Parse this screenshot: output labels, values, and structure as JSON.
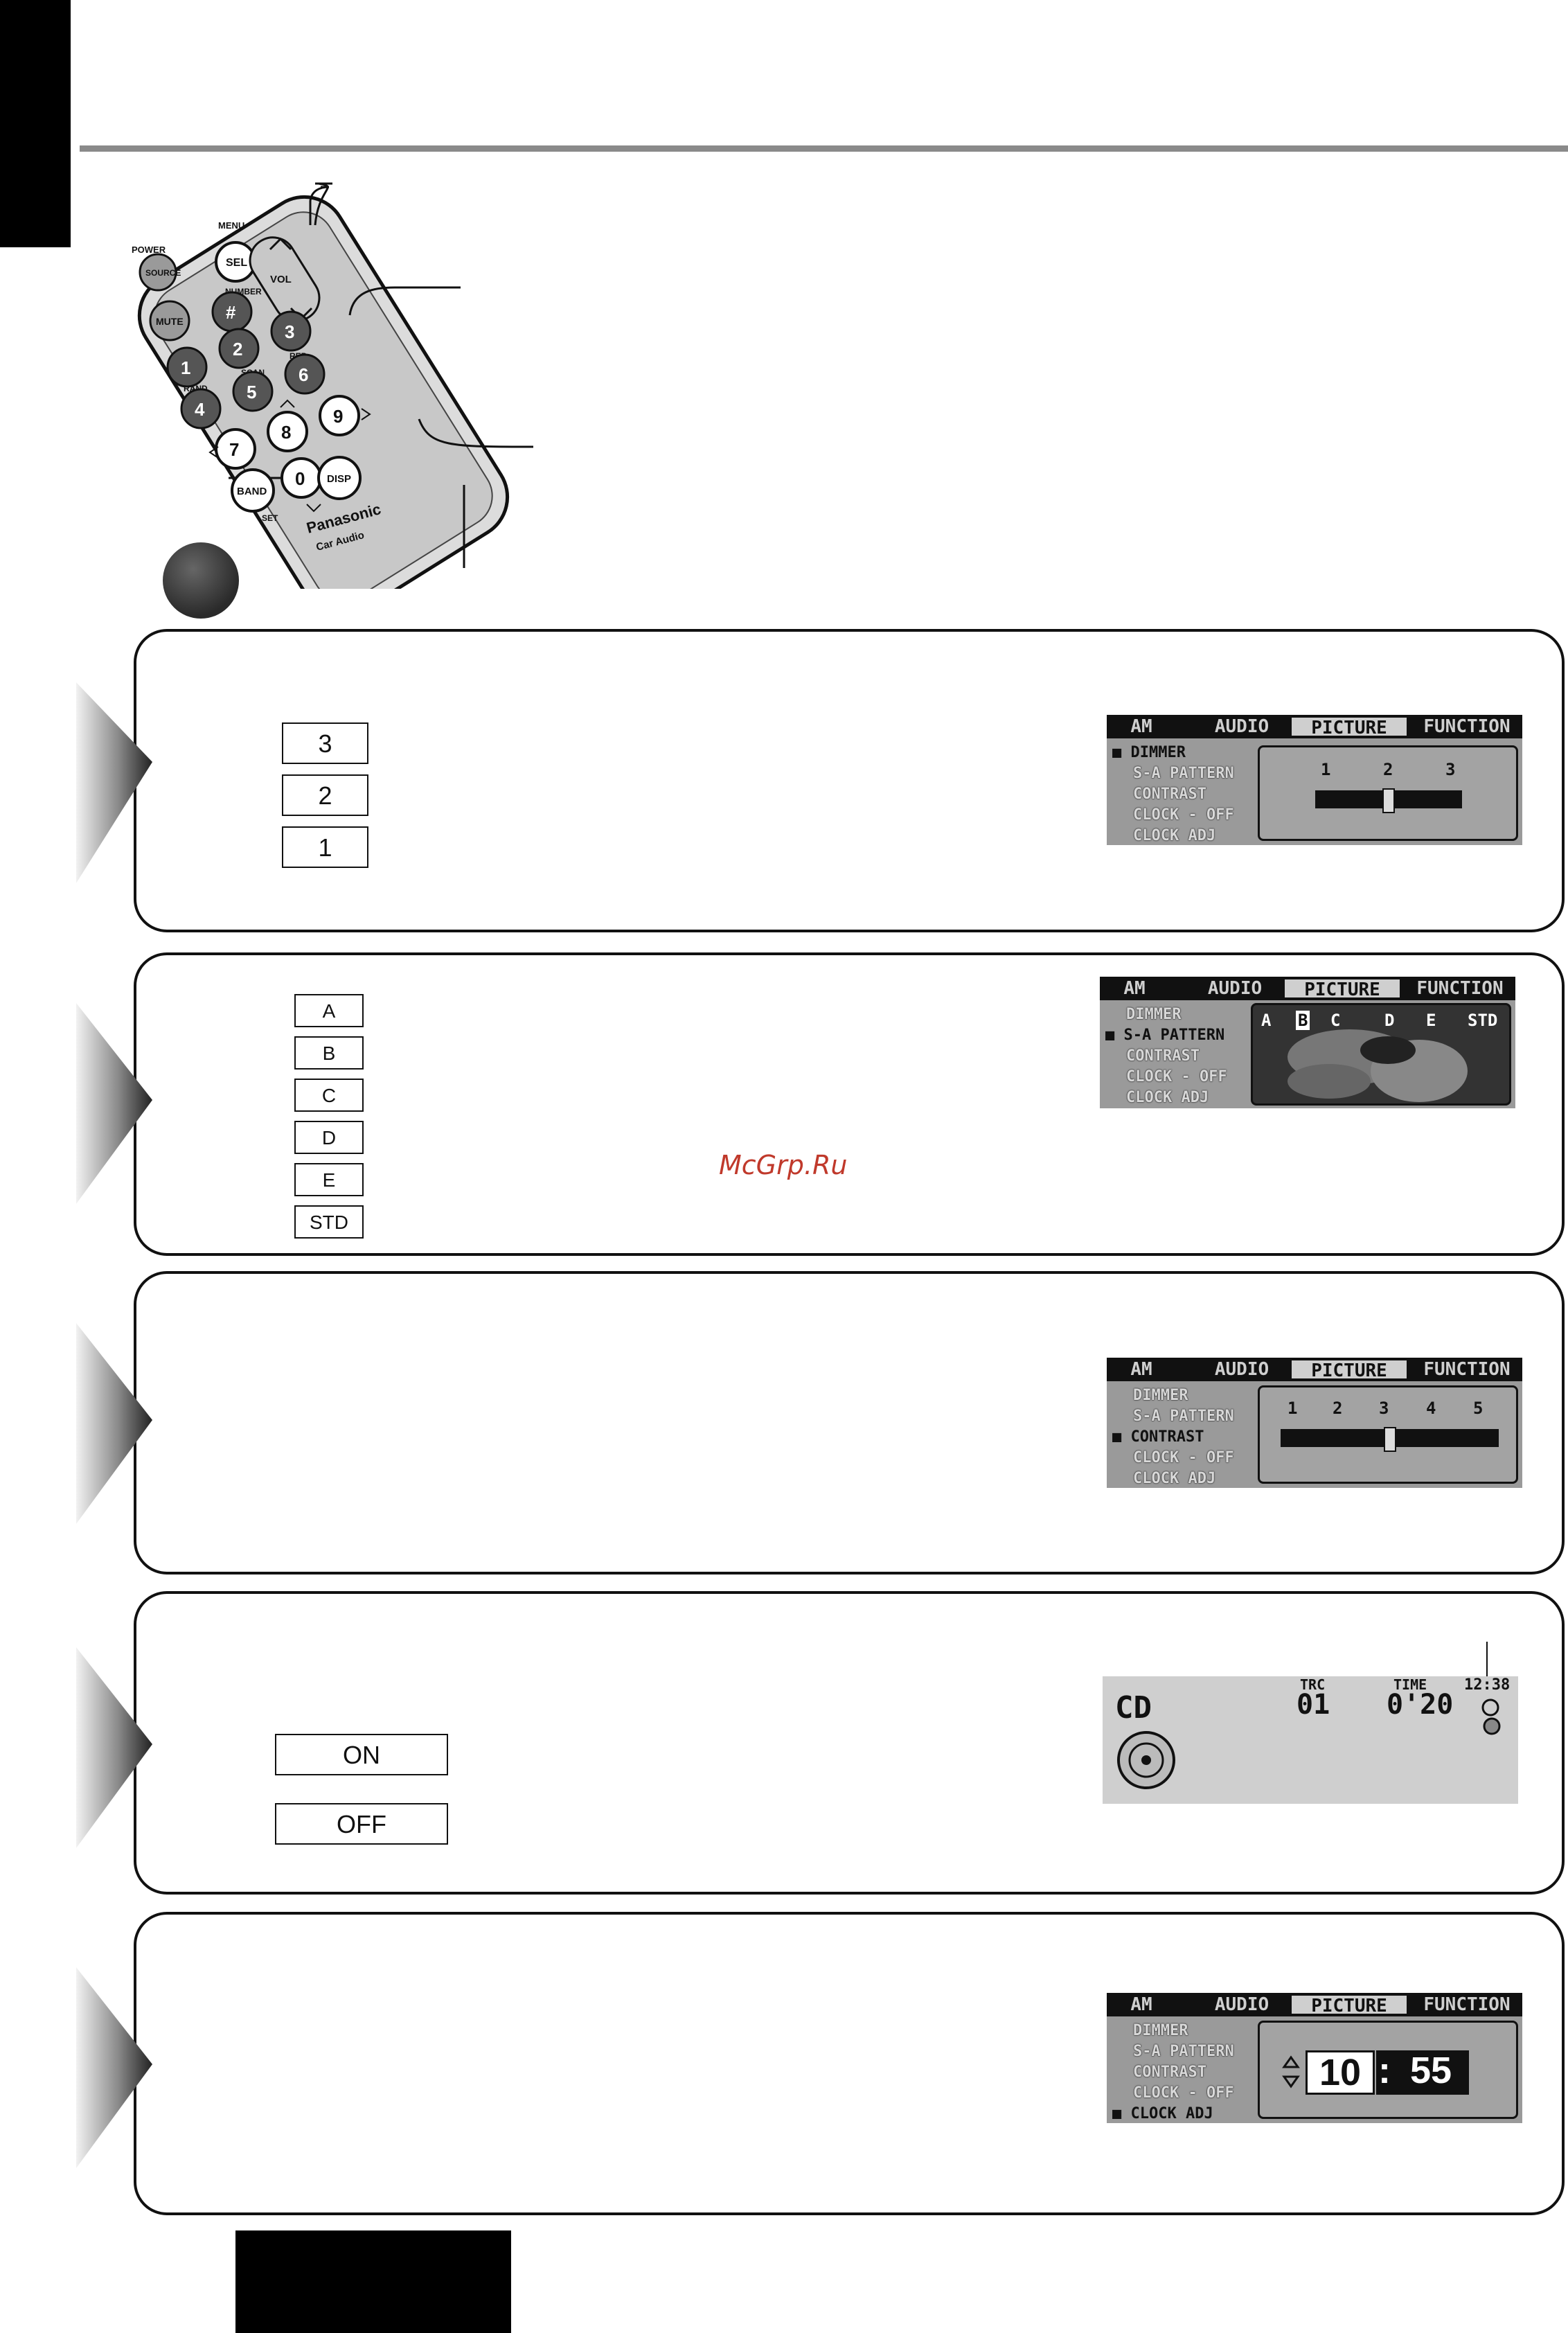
{
  "remote": {
    "btn_power_label": "POWER",
    "btn_menu_label": "MENU",
    "btn_source": "SOURCE",
    "btn_sel": "SEL",
    "btn_vol": "VOL",
    "btn_number_label": "NUMBER",
    "btn_mute": "MUTE",
    "btn_hash": "#",
    "digits": [
      "1",
      "2",
      "3",
      "4",
      "5",
      "6",
      "7",
      "8",
      "9",
      "0"
    ],
    "lbl_rand": "RAND",
    "lbl_scan": "SCAN",
    "lbl_rep": "REP",
    "btn_band": "BAND",
    "btn_disp": "DISP",
    "lbl_set": "SET",
    "brand": "Panasonic",
    "brand_sub": "Car Audio"
  },
  "section1": {
    "options": [
      "3",
      "2",
      "1"
    ],
    "lcd": {
      "tabs": [
        "AM",
        "AUDIO",
        "PICTURE",
        "FUNCTION"
      ],
      "menu": [
        "DIMMER",
        "S-A PATTERN",
        "CONTRAST",
        "CLOCK - OFF",
        "CLOCK  ADJ"
      ],
      "active_item": "DIMMER",
      "scale": [
        "1",
        "2",
        "3"
      ],
      "level_fraction": 0.5
    }
  },
  "section2": {
    "options": [
      "A",
      "B",
      "C",
      "D",
      "E",
      "STD"
    ],
    "lcd": {
      "tabs": [
        "AM",
        "AUDIO",
        "PICTURE",
        "FUNCTION"
      ],
      "menu": [
        "DIMMER",
        "S-A PATTERN",
        "CONTRAST",
        "CLOCK - OFF",
        "CLOCK  ADJ"
      ],
      "active_item": "S-A PATTERN",
      "patterns": [
        "A",
        "B",
        "C",
        "D",
        "E",
        "STD"
      ],
      "selected_pattern": "B"
    }
  },
  "watermark": "McGrp.Ru",
  "section3": {
    "lcd": {
      "tabs": [
        "AM",
        "AUDIO",
        "PICTURE",
        "FUNCTION"
      ],
      "menu": [
        "DIMMER",
        "S-A PATTERN",
        "CONTRAST",
        "CLOCK - OFF",
        "CLOCK  ADJ"
      ],
      "active_item": "CONTRAST",
      "scale": [
        "1",
        "2",
        "3",
        "4",
        "5"
      ],
      "level_fraction": 0.5
    }
  },
  "section4": {
    "options": [
      "ON",
      "OFF"
    ],
    "lcd": {
      "source": "CD",
      "trk_label": "TRC",
      "trk_value": "01",
      "time_label": "TIME",
      "time_value": "0'20",
      "clock": "12:38"
    }
  },
  "section5": {
    "lcd": {
      "tabs": [
        "AM",
        "AUDIO",
        "PICTURE",
        "FUNCTION"
      ],
      "menu": [
        "DIMMER",
        "S-A PATTERN",
        "CONTRAST",
        "CLOCK - OFF",
        "CLOCK  ADJ"
      ],
      "active_item": "CLOCK  ADJ",
      "hours": "10",
      "minutes": "55"
    }
  }
}
